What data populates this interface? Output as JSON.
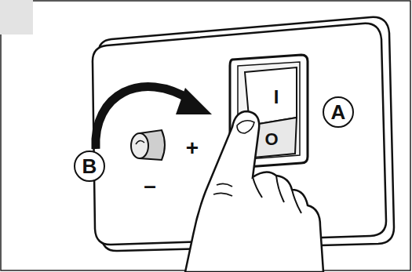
{
  "diagram": {
    "nodes": [
      {
        "text": [
          "A"
        ]
      },
      {
        "text": [
          "B"
        ]
      }
    ],
    "labels": [
      "I",
      "O",
      "+",
      "–"
    ]
  }
}
